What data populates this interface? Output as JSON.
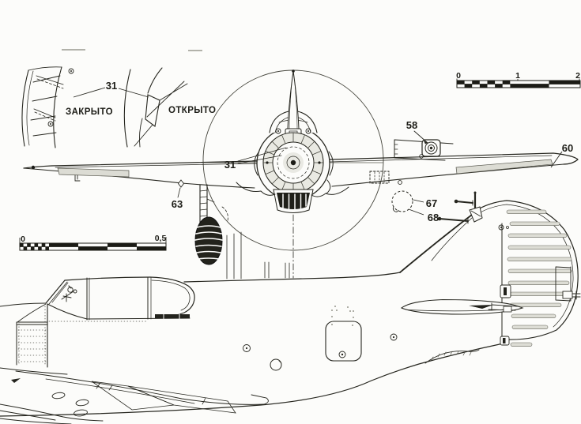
{
  "figure": {
    "paper_color": "#fcfcfa",
    "ink_color": "#26261f",
    "shade_color": "#dddDD5",
    "detail_labels": {
      "closed": "ЗАКРЫТО",
      "open": "ОТКРЫТО"
    },
    "callouts": {
      "cowl_flaps_detail": "31",
      "cowl_flaps_front": "31",
      "filler_cap": "58",
      "aileron_tip": "60",
      "wing_pin": "63",
      "light_upper": "67",
      "light_lower": "68"
    },
    "scale_bars": {
      "top_right": {
        "ticks": [
          "0",
          "1",
          "2"
        ]
      },
      "mid_left": {
        "ticks": [
          "0",
          "0,5"
        ]
      }
    }
  }
}
